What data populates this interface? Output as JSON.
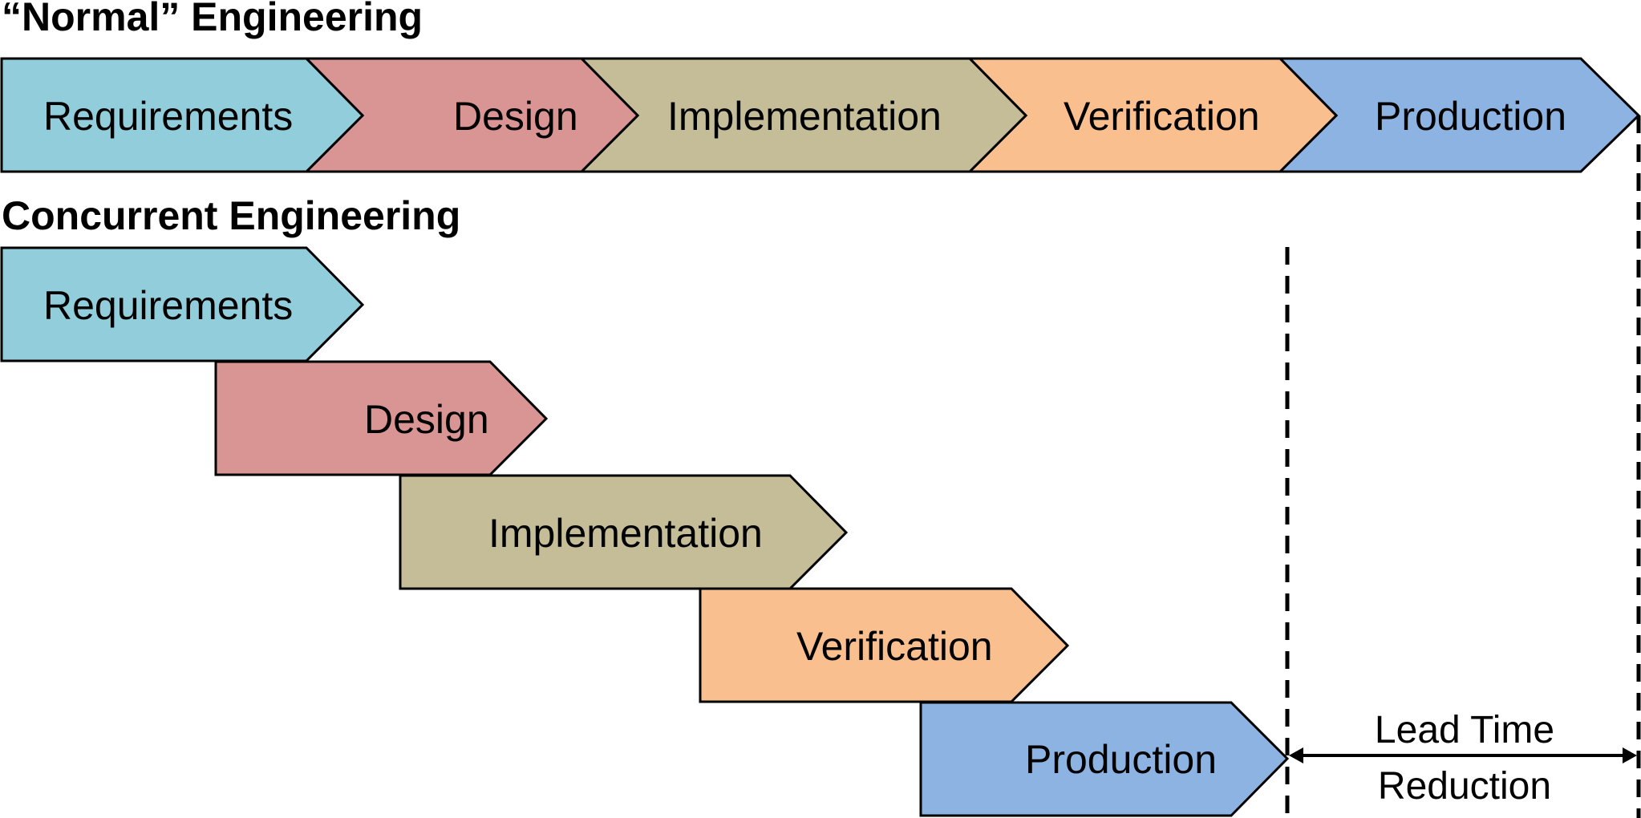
{
  "titles": {
    "normal": "“Normal” Engineering",
    "concurrent": "Concurrent Engineering"
  },
  "phase_labels": {
    "requirements": "Requirements",
    "design": "Design",
    "implementation": "Implementation",
    "verification": "Verification",
    "production": "Production"
  },
  "phase_colors": {
    "requirements": "#92CDDC",
    "design": "#D99594",
    "implementation": "#C4BD97",
    "verification": "#FABF8F",
    "production": "#8DB3E2"
  },
  "lead_time": {
    "line1": "Lead Time",
    "line2": "Reduction"
  }
}
